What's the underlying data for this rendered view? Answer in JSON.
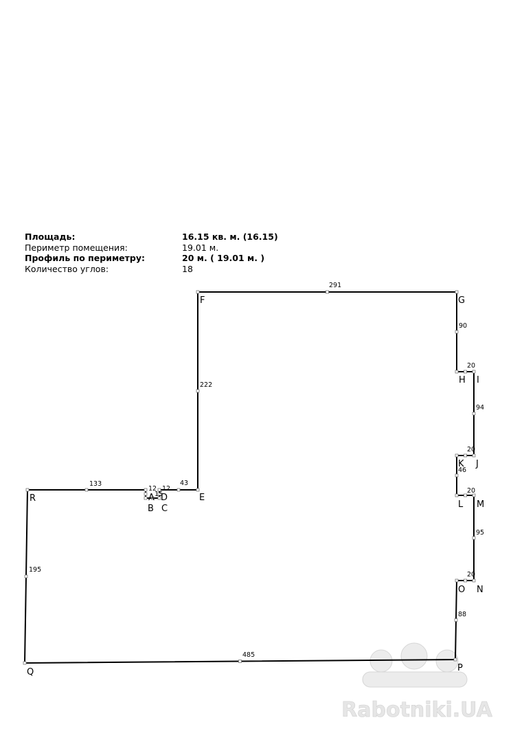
{
  "summary": [
    {
      "label": "Площадь:",
      "value": "16.15 кв. м. (16.15)",
      "bold": true
    },
    {
      "label": "Периметр помещения:",
      "value": "19.01 м.",
      "bold": false
    },
    {
      "label": "Профиль по периметру:",
      "value": "20 м. ( 19.01 м. )",
      "bold": true
    },
    {
      "label": "Количество углов:",
      "value": "18",
      "bold": false
    }
  ],
  "points": [
    "A",
    "B",
    "C",
    "D",
    "E",
    "F",
    "G",
    "H",
    "I",
    "J",
    "K",
    "L",
    "M",
    "N",
    "O",
    "P",
    "Q",
    "R"
  ],
  "segments": [
    {
      "from": "R",
      "to": "A",
      "length": "133"
    },
    {
      "from": "A",
      "to": "B",
      "length": "12"
    },
    {
      "from": "B",
      "to": "C",
      "length": "15"
    },
    {
      "from": "C",
      "to": "D",
      "length": "12"
    },
    {
      "from": "D",
      "to": "E",
      "length": "43"
    },
    {
      "from": "E",
      "to": "F",
      "length": "222"
    },
    {
      "from": "F",
      "to": "G",
      "length": "291"
    },
    {
      "from": "G",
      "to": "H",
      "length": "90"
    },
    {
      "from": "H",
      "to": "I",
      "length": "20"
    },
    {
      "from": "I",
      "to": "J",
      "length": "94"
    },
    {
      "from": "J",
      "to": "K",
      "length": "20"
    },
    {
      "from": "K",
      "to": "L",
      "length": "46"
    },
    {
      "from": "L",
      "to": "M",
      "length": "20"
    },
    {
      "from": "M",
      "to": "N",
      "length": "95"
    },
    {
      "from": "N",
      "to": "O",
      "length": "20"
    },
    {
      "from": "O",
      "to": "P",
      "length": "88"
    },
    {
      "from": "P",
      "to": "Q",
      "length": "485"
    },
    {
      "from": "Q",
      "to": "R",
      "length": "195"
    }
  ],
  "watermark": "Rabotniki.UA"
}
